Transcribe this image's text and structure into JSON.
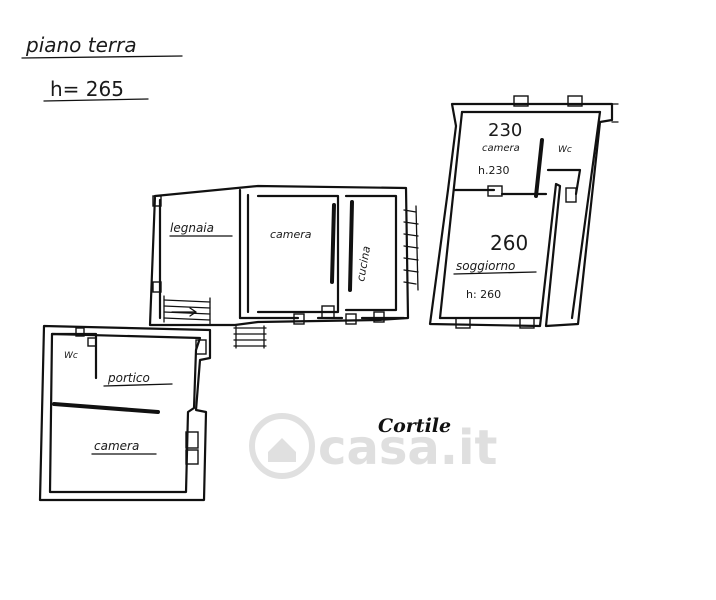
{
  "header": {
    "floor_label": "piano terra",
    "height_label": "h= 265"
  },
  "rooms": {
    "legnaia": "legnaia",
    "camera_upper": "camera",
    "cucina": "cucina",
    "camera_small": "camera",
    "camera_small_num": "230",
    "camera_small_height": "h.230",
    "wc_right": "Wc",
    "soggiorno": "soggiorno",
    "soggiorno_num": "260",
    "soggiorno_height": "h: 260",
    "portico": "portico",
    "wc_left": "Wc",
    "camera_lower": "camera"
  },
  "courtyard_label": "Cortile",
  "watermark": "casa.it"
}
